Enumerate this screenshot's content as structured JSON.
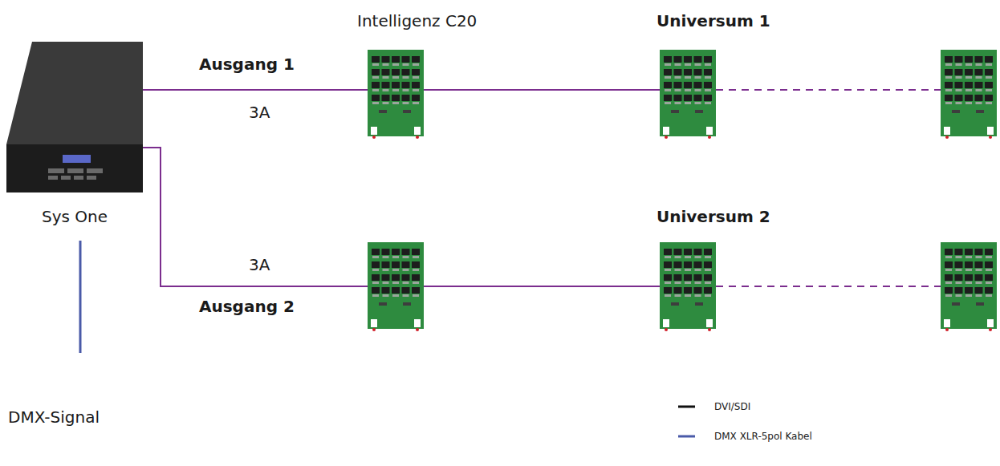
{
  "diagram": {
    "nodes": [
      {
        "text": [
          "Sys One"
        ]
      },
      {
        "text": [
          "Intelligenz C20"
        ]
      },
      {
        "text": [
          "Universum 1"
        ]
      },
      {
        "text": [
          "Universum 2"
        ]
      }
    ],
    "edges": [
      {
        "from": 0,
        "to": 1,
        "arrow": "none",
        "label": "3A"
      },
      {
        "from": 1,
        "to": 2,
        "arrow": "none"
      }
    ],
    "labels": [
      "Ausgang 1",
      "3A",
      "Ausgang 2",
      "DMX-Signal"
    ],
    "legend": [
      {
        "text": "DVI/SDI"
      },
      {
        "text": "DMX XLR-5pol Kabel"
      }
    ]
  }
}
